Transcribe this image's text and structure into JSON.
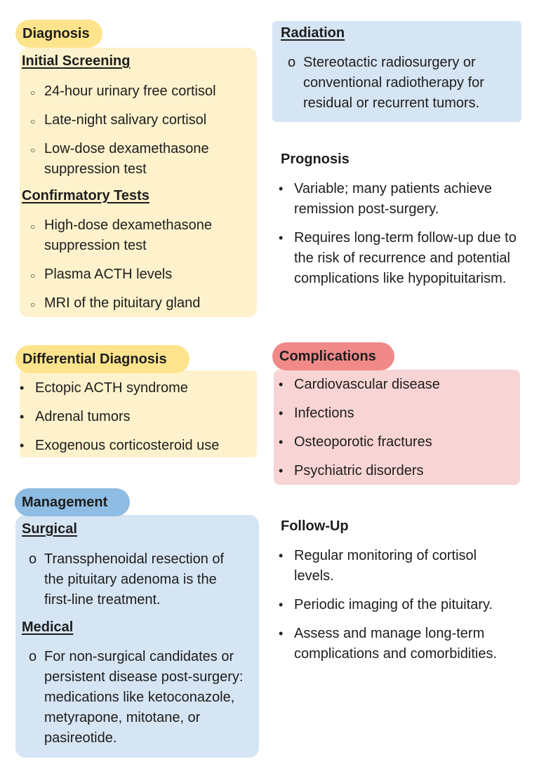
{
  "colors": {
    "yellow_bg": "#FEF2CC",
    "yellow_pill": "#FDE48C",
    "blue_bg": "#D6E5F3",
    "blue_pill": "#8EBCE2",
    "pink_bg": "#F9D4D4",
    "pink_pill": "#F18989"
  },
  "diagnosis": {
    "title": "Diagnosis",
    "initial_screening": {
      "title": "Initial Screening",
      "items": [
        "24-hour urinary free cortisol",
        "Late-night salivary cortisol",
        "Low-dose dexamethasone suppression test"
      ]
    },
    "confirmatory": {
      "title": "Confirmatory Tests",
      "items": [
        "High-dose dexamethasone suppression test",
        "Plasma ACTH levels",
        "MRI of the pituitary gland"
      ]
    }
  },
  "radiation": {
    "title": "Radiation",
    "items": [
      "Stereotactic radiosurgery or conventional radiotherapy for residual or recurrent tumors."
    ]
  },
  "prognosis": {
    "title": "Prognosis",
    "items": [
      "Variable; many patients achieve remission post-surgery.",
      "Requires long-term follow-up due to the risk of recurrence and potential complications like hypopituitarism."
    ]
  },
  "differential": {
    "title": "Differential Diagnosis",
    "items": [
      "Ectopic ACTH syndrome",
      "Adrenal tumors",
      "Exogenous corticosteroid use"
    ]
  },
  "complications": {
    "title": "Complications",
    "items": [
      "Cardiovascular disease",
      "Infections",
      "Osteoporotic fractures",
      "Psychiatric disorders"
    ]
  },
  "management": {
    "title": "Management",
    "surgical": {
      "title": "Surgical",
      "items": [
        "Transsphenoidal resection of the pituitary adenoma is the first-line treatment."
      ]
    },
    "medical": {
      "title": "Medical",
      "items": [
        "For non-surgical candidates or persistent disease post-surgery: medications like ketoconazole, metyrapone, mitotane, or pasireotide."
      ]
    }
  },
  "followup": {
    "title": "Follow-Up",
    "items": [
      "Regular monitoring of cortisol levels.",
      "Periodic imaging of the pituitary.",
      "Assess and manage long-term complications and comorbidities."
    ]
  }
}
